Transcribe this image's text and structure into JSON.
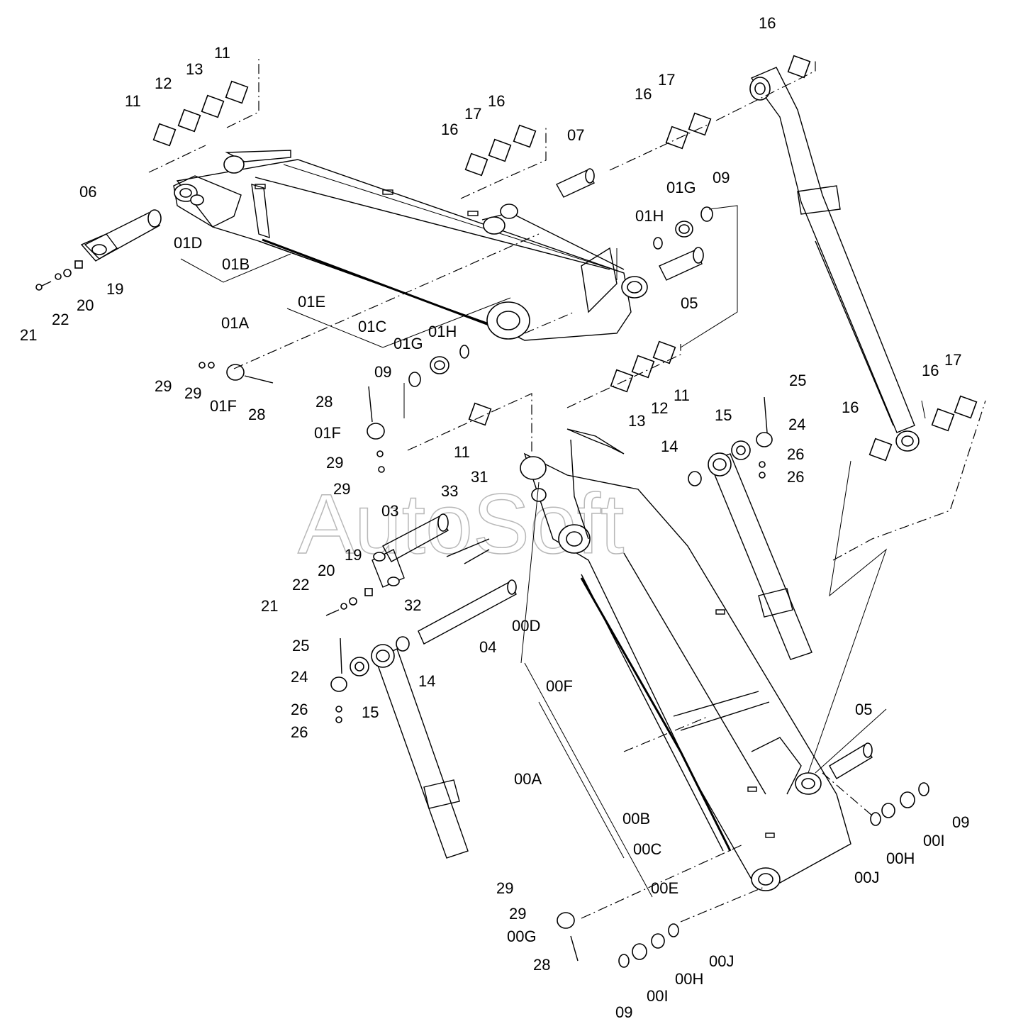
{
  "watermark": "AutoSoft",
  "labels": [
    {
      "id": "l1",
      "text": "16"
    },
    {
      "id": "l2",
      "text": "11"
    },
    {
      "id": "l3",
      "text": "13"
    },
    {
      "id": "l4",
      "text": "12"
    },
    {
      "id": "l5",
      "text": "11"
    },
    {
      "id": "l6",
      "text": "17"
    },
    {
      "id": "l7",
      "text": "16"
    },
    {
      "id": "l8",
      "text": "16"
    },
    {
      "id": "l9",
      "text": "17"
    },
    {
      "id": "l10",
      "text": "16"
    },
    {
      "id": "l11",
      "text": "07"
    },
    {
      "id": "l12",
      "text": "06"
    },
    {
      "id": "l13",
      "text": "01G"
    },
    {
      "id": "l14",
      "text": "09"
    },
    {
      "id": "l15",
      "text": "01H"
    },
    {
      "id": "l16",
      "text": "01D"
    },
    {
      "id": "l17",
      "text": "01B"
    },
    {
      "id": "l18",
      "text": "19"
    },
    {
      "id": "l19",
      "text": "20"
    },
    {
      "id": "l20",
      "text": "22"
    },
    {
      "id": "l21",
      "text": "21"
    },
    {
      "id": "l22",
      "text": "01E"
    },
    {
      "id": "l23",
      "text": "05"
    },
    {
      "id": "l24",
      "text": "01A"
    },
    {
      "id": "l25",
      "text": "01C"
    },
    {
      "id": "l26",
      "text": "01G"
    },
    {
      "id": "l27",
      "text": "01H"
    },
    {
      "id": "l28",
      "text": "09"
    },
    {
      "id": "l29",
      "text": "29"
    },
    {
      "id": "l30",
      "text": "29"
    },
    {
      "id": "l31",
      "text": "01F"
    },
    {
      "id": "l32",
      "text": "28"
    },
    {
      "id": "l33",
      "text": "13"
    },
    {
      "id": "l34",
      "text": "12"
    },
    {
      "id": "l35",
      "text": "11"
    },
    {
      "id": "l36",
      "text": "25"
    },
    {
      "id": "l37",
      "text": "15"
    },
    {
      "id": "l38",
      "text": "24"
    },
    {
      "id": "l39",
      "text": "16"
    },
    {
      "id": "l40",
      "text": "17"
    },
    {
      "id": "l41",
      "text": "16"
    },
    {
      "id": "l42",
      "text": "28"
    },
    {
      "id": "l43",
      "text": "01F"
    },
    {
      "id": "l44",
      "text": "29"
    },
    {
      "id": "l45",
      "text": "29"
    },
    {
      "id": "l46",
      "text": "11"
    },
    {
      "id": "l47",
      "text": "14"
    },
    {
      "id": "l48",
      "text": "26"
    },
    {
      "id": "l49",
      "text": "26"
    },
    {
      "id": "l50",
      "text": "33"
    },
    {
      "id": "l51",
      "text": "31"
    },
    {
      "id": "l52",
      "text": "03"
    },
    {
      "id": "l53",
      "text": "19"
    },
    {
      "id": "l54",
      "text": "20"
    },
    {
      "id": "l55",
      "text": "22"
    },
    {
      "id": "l56",
      "text": "21"
    },
    {
      "id": "l57",
      "text": "32"
    },
    {
      "id": "l58",
      "text": "00D"
    },
    {
      "id": "l59",
      "text": "04"
    },
    {
      "id": "l60",
      "text": "25"
    },
    {
      "id": "l61",
      "text": "24"
    },
    {
      "id": "l62",
      "text": "14"
    },
    {
      "id": "l63",
      "text": "15"
    },
    {
      "id": "l64",
      "text": "26"
    },
    {
      "id": "l65",
      "text": "26"
    },
    {
      "id": "l66",
      "text": "00F"
    },
    {
      "id": "l67",
      "text": "00A"
    },
    {
      "id": "l68",
      "text": "05"
    },
    {
      "id": "l69",
      "text": "00B"
    },
    {
      "id": "l70",
      "text": "09"
    },
    {
      "id": "l71",
      "text": "00C"
    },
    {
      "id": "l72",
      "text": "00I"
    },
    {
      "id": "l73",
      "text": "00H"
    },
    {
      "id": "l74",
      "text": "00E"
    },
    {
      "id": "l75",
      "text": "00J"
    },
    {
      "id": "l76",
      "text": "29"
    },
    {
      "id": "l77",
      "text": "29"
    },
    {
      "id": "l78",
      "text": "00G"
    },
    {
      "id": "l79",
      "text": "28"
    },
    {
      "id": "l80",
      "text": "00J"
    },
    {
      "id": "l81",
      "text": "00H"
    },
    {
      "id": "l82",
      "text": "09"
    },
    {
      "id": "l83",
      "text": "00I"
    }
  ]
}
